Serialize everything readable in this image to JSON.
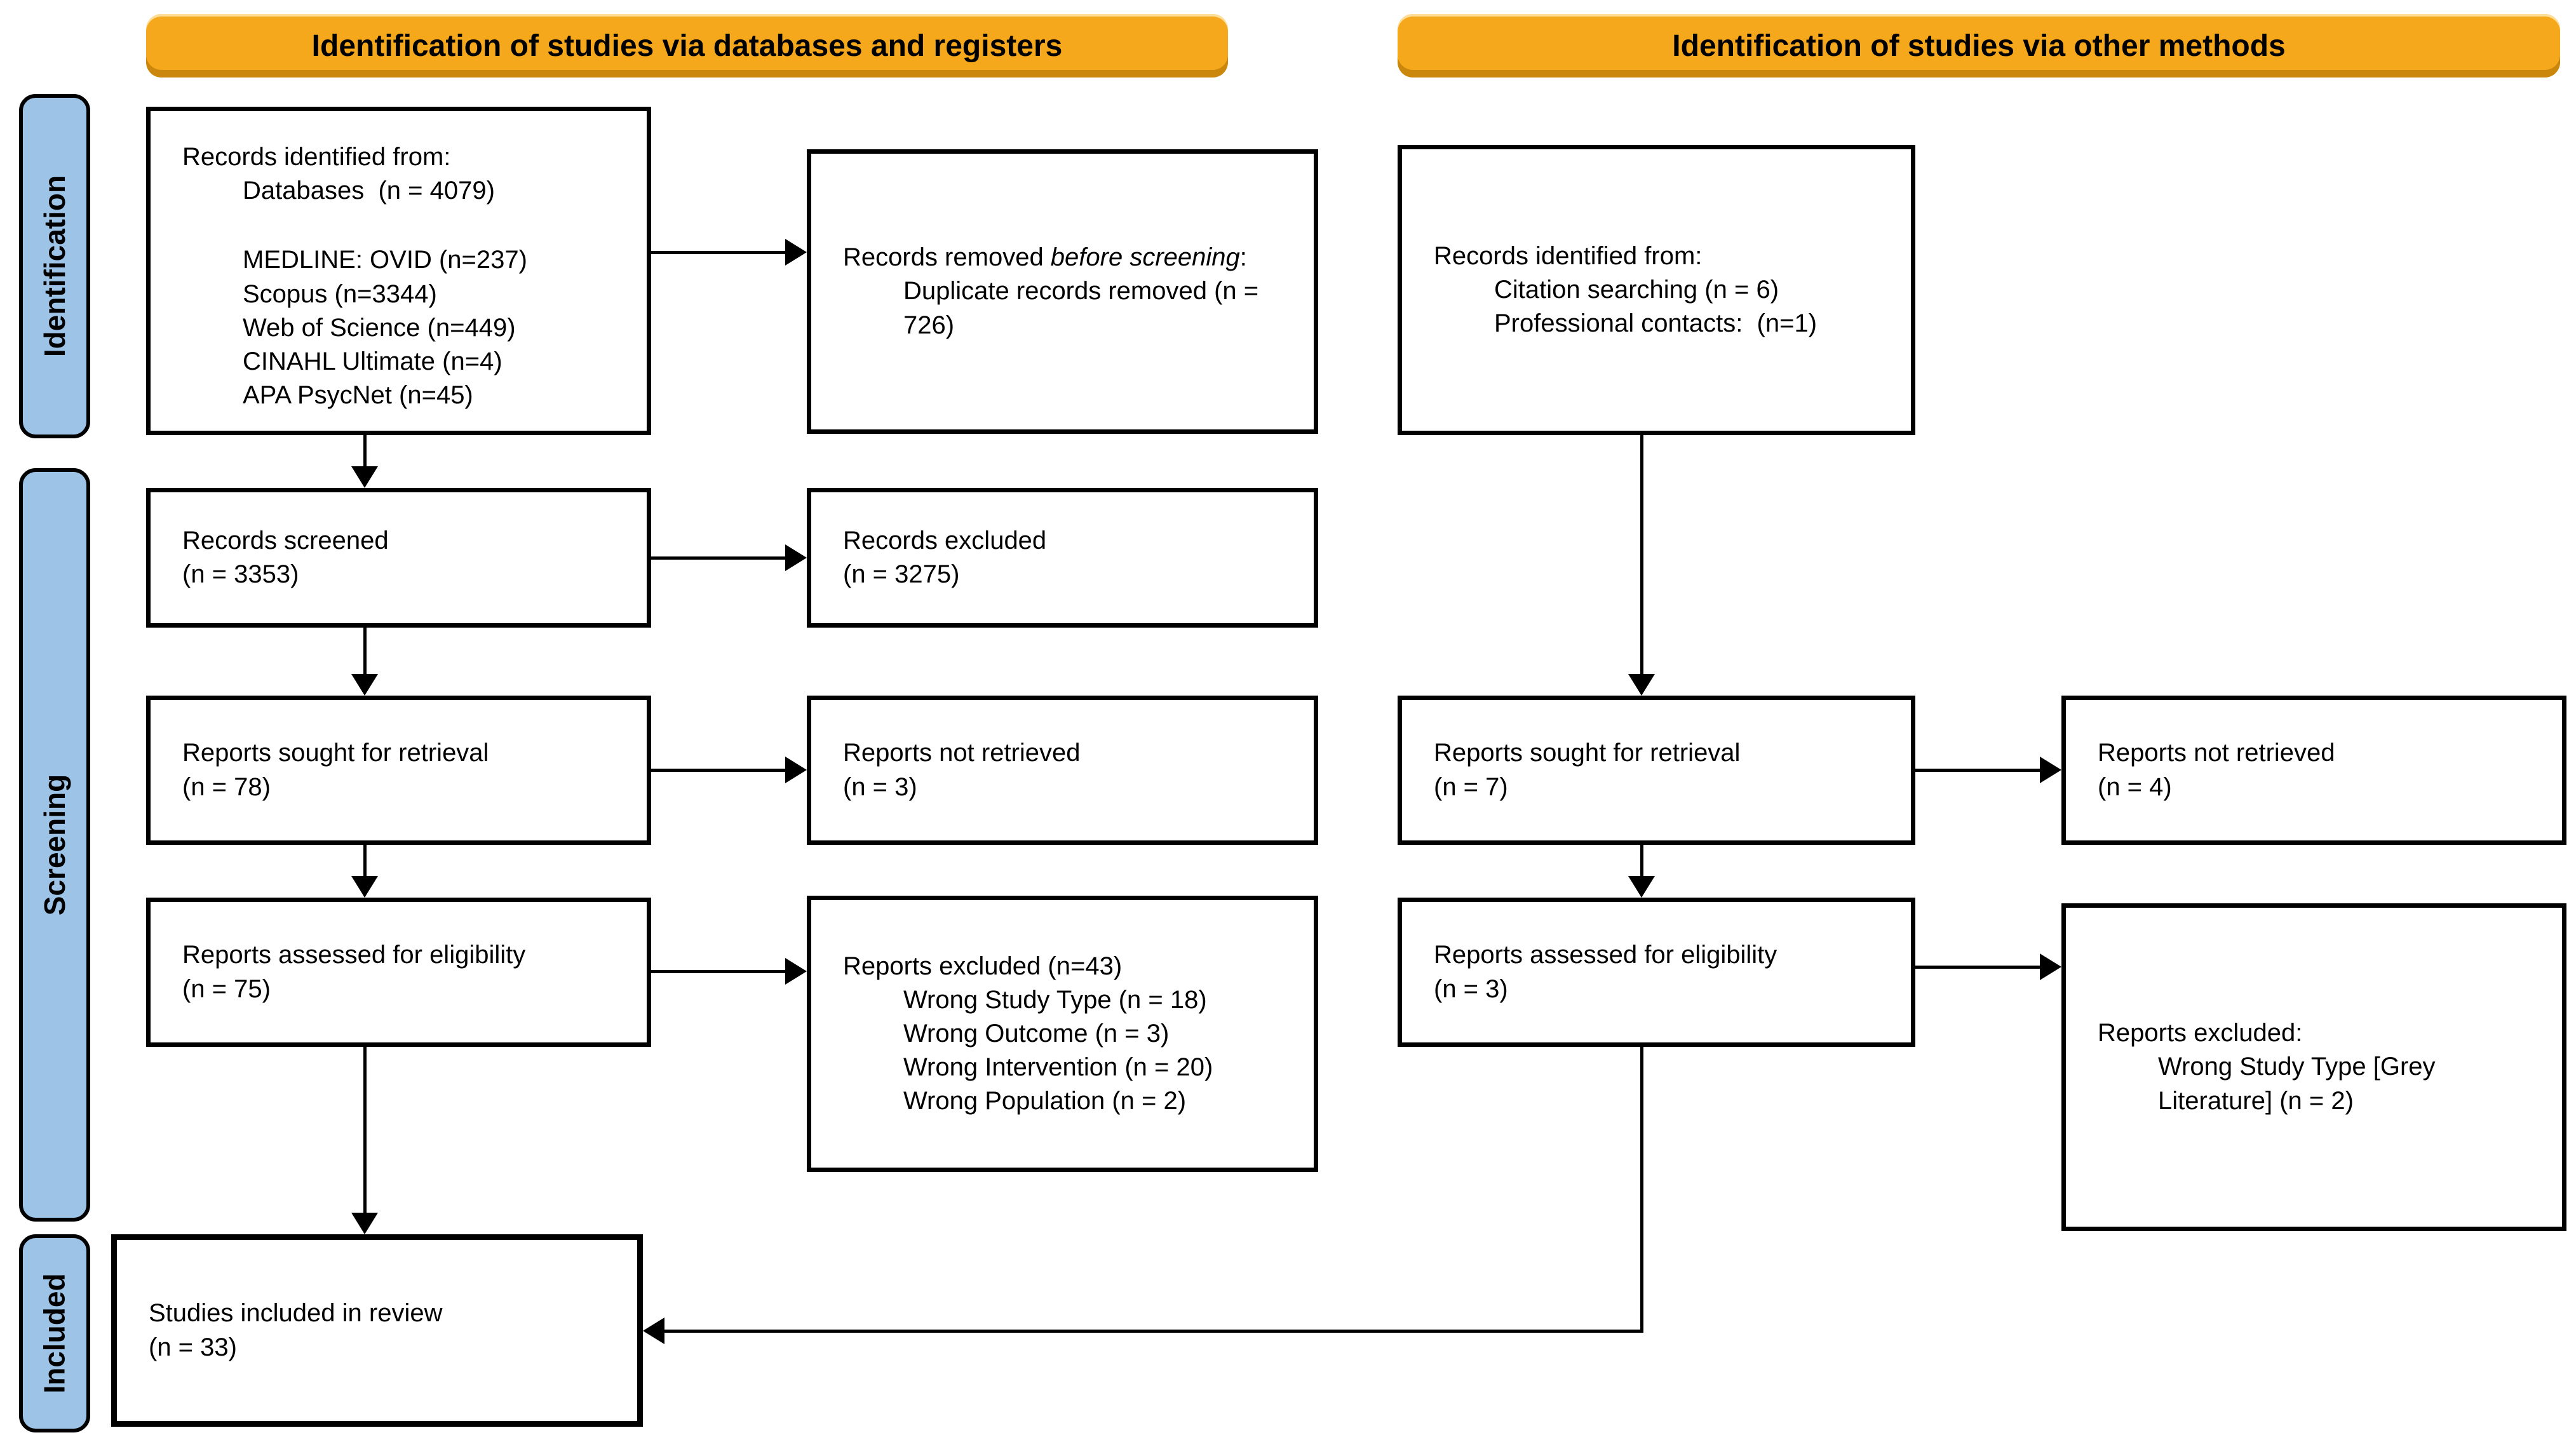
{
  "colors": {
    "banner_fill": "#F6A81C",
    "banner_shadow": "#A86C00",
    "stage_fill": "#9DC3E6",
    "line": "#000000",
    "page_bg": "#FFFFFF"
  },
  "banners": {
    "databases": "Identification of studies via databases and registers",
    "other": "Identification of studies via other methods"
  },
  "stages": {
    "identification": "Identification",
    "screening": "Screening",
    "included": "Included"
  },
  "boxes": {
    "records_identified_db": {
      "title": "Records identified from:",
      "total": "Databases  (n = 4079)",
      "sources": [
        "MEDLINE: OVID (n=237)",
        "Scopus (n=3344)",
        "Web of Science (n=449)",
        "CINAHL Ultimate (n=4)",
        "APA PsycNet (n=45)"
      ]
    },
    "records_removed": {
      "prefix": "Records removed ",
      "italic": "before screening",
      "suffix": ":",
      "detail": "Duplicate records removed (n = 726)"
    },
    "records_identified_other": {
      "title": "Records identified from:",
      "details": [
        "Citation searching (n = 6)",
        "Professional contacts:  (n=1)"
      ]
    },
    "records_screened": {
      "line1": "Records screened",
      "line2": "(n = 3353)"
    },
    "records_excluded": {
      "line1": "Records excluded",
      "line2": "(n = 3275)"
    },
    "reports_sought_db": {
      "line1": "Reports sought for retrieval",
      "line2": "(n = 78)"
    },
    "reports_not_retrieved_db": {
      "line1": "Reports not retrieved",
      "line2": "(n = 3)"
    },
    "reports_assessed_db": {
      "line1": "Reports assessed for eligibility",
      "line2": "(n = 75)"
    },
    "reports_excluded_db": {
      "title": "Reports excluded (n=43)",
      "reasons": [
        "Wrong Study Type (n = 18)",
        "Wrong Outcome (n = 3)",
        "Wrong Intervention (n = 20)",
        "Wrong Population (n = 2)"
      ]
    },
    "reports_sought_other": {
      "line1": "Reports sought for retrieval",
      "line2": "(n = 7)"
    },
    "reports_not_retrieved_other": {
      "line1": "Reports not retrieved",
      "line2": "(n = 4)"
    },
    "reports_assessed_other": {
      "line1": "Reports assessed for eligibility",
      "line2": "(n = 3)"
    },
    "reports_excluded_other": {
      "title": "Reports excluded:",
      "reasons": [
        "Wrong Study Type [Grey Literature] (n = 2)"
      ]
    },
    "studies_included": {
      "line1": "Studies included in review",
      "line2": "(n = 33)"
    }
  }
}
